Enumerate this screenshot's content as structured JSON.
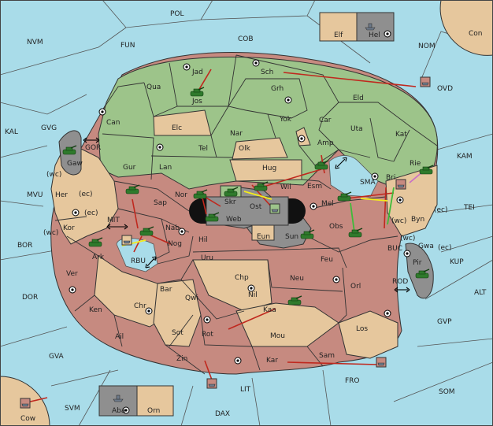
{
  "seas": {
    "POL": "POL",
    "NVM": "NVM",
    "FUN": "FUN",
    "COB": "COB",
    "NOM": "NOM",
    "Con": "Con",
    "KAL": "KAL",
    "GVG": "GVG",
    "GOR": "GOR",
    "MVU": "MVU",
    "MIT": "MIT",
    "BOR": "BOR",
    "RBU": "RBU",
    "DOR": "DOR",
    "GVA": "GVA",
    "SVM": "SVM",
    "DAX": "DAX",
    "LIT": "LIT",
    "FRO": "FRO",
    "SOM": "SOM",
    "GVP": "GVP",
    "ALT": "ALT",
    "ROD": "ROD",
    "BUC": "BUC",
    "KUP": "KUP",
    "TEI": "TEI",
    "KAM": "KAM",
    "OVD": "OVD",
    "SMA": "SMA",
    "Cow": "Cow"
  },
  "provinces": {
    "Jad": "Jad",
    "Sch": "Sch",
    "Qua": "Qua",
    "Jos": "Jos",
    "Grh": "Grh",
    "Eld": "Eld",
    "Can": "Can",
    "Yok": "Yok",
    "Car": "Car",
    "Uta": "Uta",
    "Kat": "Kat",
    "Elc": "Elc",
    "Nar": "Nar",
    "Amp": "Amp",
    "Tel": "Tel",
    "Olk": "Olk",
    "Gur": "Gur",
    "Lan": "Lan",
    "Hug": "Hug",
    "Bri": "Bri",
    "Rie": "Rie",
    "Esm": "Esm",
    "Wil": "Wil",
    "Skr": "Skr",
    "Ost": "Ost",
    "Nor": "Nor",
    "Web": "Web",
    "Mel": "Mel",
    "Byn": "Byn",
    "Sap": "Sap",
    "Eun": "Eun",
    "Sun": "Sun",
    "Obs": "Obs",
    "Nab": "Nab",
    "Hil": "Hil",
    "Nog": "Nog",
    "Gaw": "Gaw",
    "Her": "Her",
    "Kor": "Kor",
    "Ark": "Ark",
    "Uru": "Uru",
    "Feu": "Feu",
    "Gwa": "Gwa",
    "Pir": "Pir",
    "Chp": "Chp",
    "Neu": "Neu",
    "Ver": "Ver",
    "Bar": "Bar",
    "Qwi": "Qwi",
    "Nil": "Nil",
    "Orl": "Orl",
    "Chr": "Chr",
    "Ken": "Ken",
    "Kaa": "Kaa",
    "Rot": "Rot",
    "Sot": "Sot",
    "Los": "Los",
    "Ail": "Ail",
    "Mou": "Mou",
    "Zin": "Zin",
    "Kar": "Kar",
    "Sam": "Sam",
    "Elf": "Elf",
    "Hel": "Hel",
    "Aba": "Aba",
    "Orn": "Orn"
  },
  "coast_marks": {
    "wc": "(wc)",
    "ec": "(ec)"
  },
  "colors": {
    "sea": "#a9dce9",
    "green": "#9dc48a",
    "red": "#c68a80",
    "tan": "#e6c79d",
    "grey": "#8f8f8f",
    "order_move": "#c0281e",
    "order_support": "#f5ec1a",
    "order_convoy": "#3fbb3a",
    "order_other": "#c86ec8"
  }
}
